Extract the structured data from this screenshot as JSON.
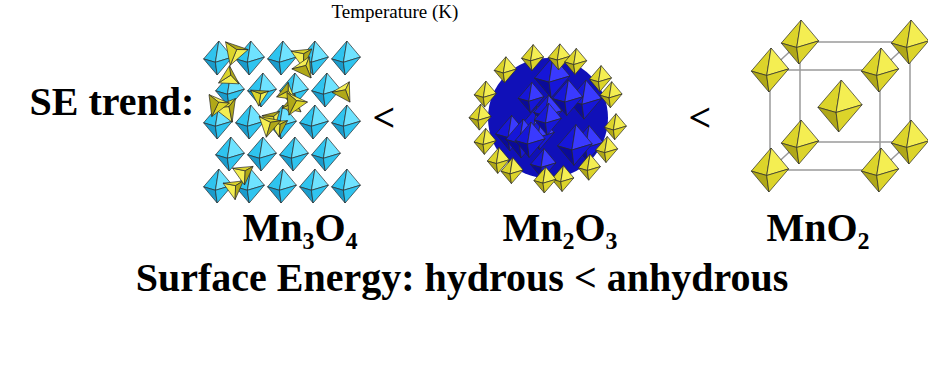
{
  "diagram": {
    "labels": [
      "Temperature (K)",
      "SE trend:",
      "<",
      "<",
      "Mn₃O₄",
      "Mn₂O₃",
      "MnO₂",
      "Surface Energy: hydrous < anhydrous"
    ]
  }
}
